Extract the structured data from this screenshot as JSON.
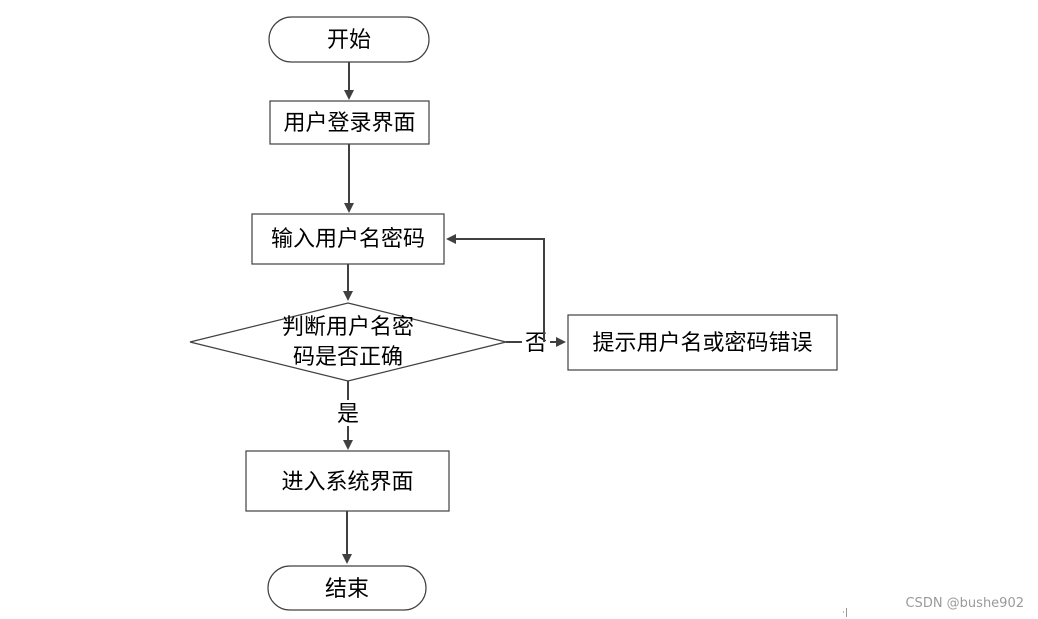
{
  "nodes": {
    "start": "开始",
    "login_page": "用户登录界面",
    "input_credentials": "输入用户名密码",
    "check_credentials_line1": "判断用户名密",
    "check_credentials_line2": "码是否正确",
    "error_message": "提示用户名或密码错误",
    "system_page": "进入系统界面",
    "end": "结束"
  },
  "edges": {
    "yes_label": "是",
    "no_label": "否"
  },
  "watermark": "CSDN @bushe902",
  "stray_mark": "·|",
  "colors": {
    "line": "#404040",
    "text": "#000000",
    "background": "#ffffff"
  }
}
